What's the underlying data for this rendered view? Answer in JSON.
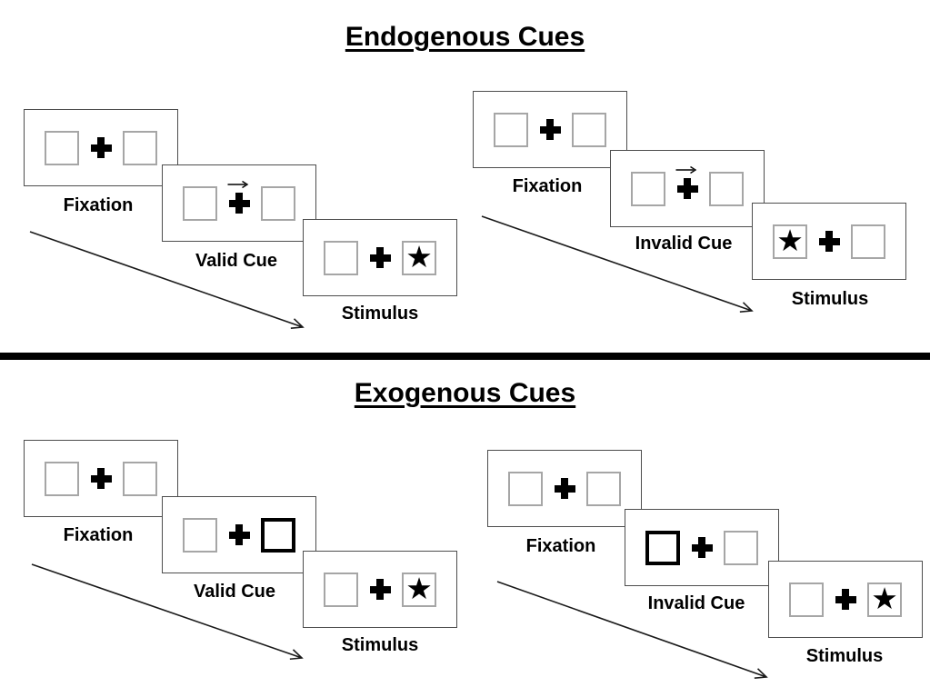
{
  "icons": {
    "star": "★"
  },
  "colors": {
    "panel_border": "#4d4d4d",
    "square_border": "#a6a6a6",
    "cue_square_border": "#000000",
    "divider": "#000000",
    "text": "#000000"
  },
  "sections": [
    {
      "title": "Endogenous Cues",
      "sequences": [
        {
          "name": "valid-trial",
          "steps": [
            {
              "label": "Fixation",
              "type": "fixation"
            },
            {
              "label": "Valid Cue",
              "type": "central-arrow-cue",
              "arrow_direction": "right"
            },
            {
              "label": "Stimulus",
              "type": "stimulus",
              "star_side": "right"
            }
          ]
        },
        {
          "name": "invalid-trial",
          "steps": [
            {
              "label": "Fixation",
              "type": "fixation"
            },
            {
              "label": "Invalid Cue",
              "type": "central-arrow-cue",
              "arrow_direction": "right"
            },
            {
              "label": "Stimulus",
              "type": "stimulus",
              "star_side": "left"
            }
          ]
        }
      ]
    },
    {
      "title": "Exogenous Cues",
      "sequences": [
        {
          "name": "valid-trial",
          "steps": [
            {
              "label": "Fixation",
              "type": "fixation"
            },
            {
              "label": "Valid Cue",
              "type": "peripheral-box-cue",
              "highlighted_box": "right"
            },
            {
              "label": "Stimulus",
              "type": "stimulus",
              "star_side": "right"
            }
          ]
        },
        {
          "name": "invalid-trial",
          "steps": [
            {
              "label": "Fixation",
              "type": "fixation"
            },
            {
              "label": "Invalid Cue",
              "type": "peripheral-box-cue",
              "highlighted_box": "left"
            },
            {
              "label": "Stimulus",
              "type": "stimulus",
              "star_side": "right"
            }
          ]
        }
      ]
    }
  ]
}
